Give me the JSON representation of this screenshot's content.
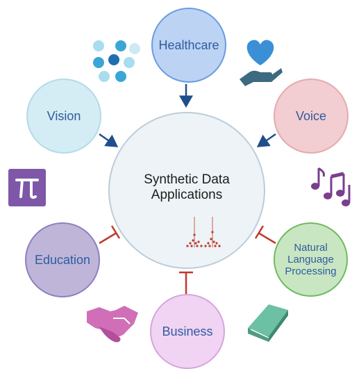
{
  "center": {
    "title": "Synthetic Data\nApplications"
  },
  "nodes": {
    "healthcare": "Healthcare",
    "vision": "Vision",
    "voice": "Voice",
    "education": "Education",
    "nlp": "Natural\nLanguage\nProcessing",
    "business": "Business"
  },
  "icons": {
    "molecules": "molecule-dots-icon",
    "heart_hand": "heart-in-hand-icon",
    "pi": "pi-icon",
    "music": "music-notes-icon",
    "handshake": "handshake-icon",
    "book": "book-icon",
    "spectrum": "scatter-spectrum-icon"
  },
  "colors": {
    "arrow": "#1f4e8c",
    "inhibit": "#c0392b"
  }
}
